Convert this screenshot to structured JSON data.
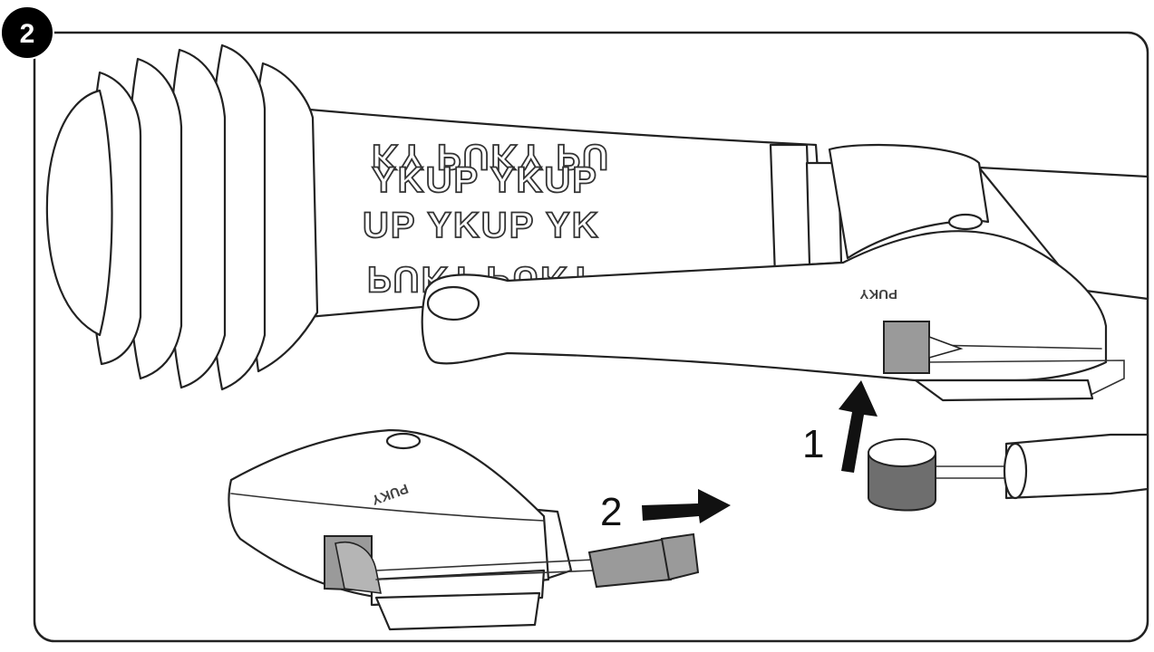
{
  "step": {
    "number": "2"
  },
  "callouts": {
    "step1_label": "1",
    "step2_label": "2"
  },
  "grip_pattern": {
    "row1": "KY PUKY PU",
    "row2": "YKUP YKUP",
    "row3": "UP YKUP YK",
    "row4": "PUKY PUKY"
  },
  "lever_brand": {
    "upper": "PUKY",
    "lower": "PUKY"
  },
  "colors": {
    "badge": "#000000",
    "frame": "#222222",
    "component_gray": "#9a9a9a",
    "arrow": "#111111"
  },
  "icons": {
    "step1_arrow": "arrow-up-icon",
    "step2_arrow": "arrow-right-icon"
  }
}
